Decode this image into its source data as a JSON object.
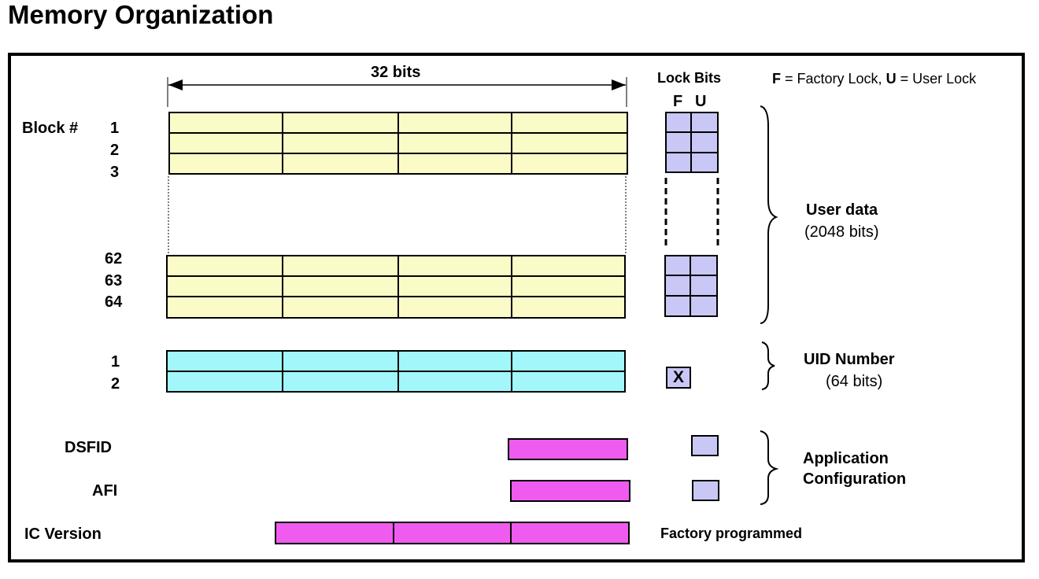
{
  "title": "Memory Organization",
  "width_label": "32 bits",
  "lock_bits": {
    "header": "Lock Bits",
    "f": "F",
    "u": "U",
    "legend": {
      "f_key": "F",
      "f_text": " = Factory Lock, ",
      "u_key": "U",
      "u_text": " = User Lock"
    }
  },
  "user_data": {
    "block_label": "Block #",
    "top_blocks": [
      "1",
      "2",
      "3"
    ],
    "bottom_blocks": [
      "62",
      "63",
      "64"
    ],
    "title": "User data",
    "size": "(2048 bits)"
  },
  "uid": {
    "blocks": [
      "1",
      "2"
    ],
    "lock_symbol": "X",
    "title": "UID Number",
    "size": "(64 bits)"
  },
  "app_config": {
    "dsfid": "DSFID",
    "afi": "AFI",
    "title_line1": "Application",
    "title_line2": "Configuration"
  },
  "ic_version": {
    "label": "IC Version",
    "note": "Factory programmed"
  },
  "colors": {
    "user_data_fill": "#fbfbc8",
    "uid_fill": "#a2f7fa",
    "config_fill": "#ef5bef",
    "lock_fill": "#c9c7f5"
  }
}
